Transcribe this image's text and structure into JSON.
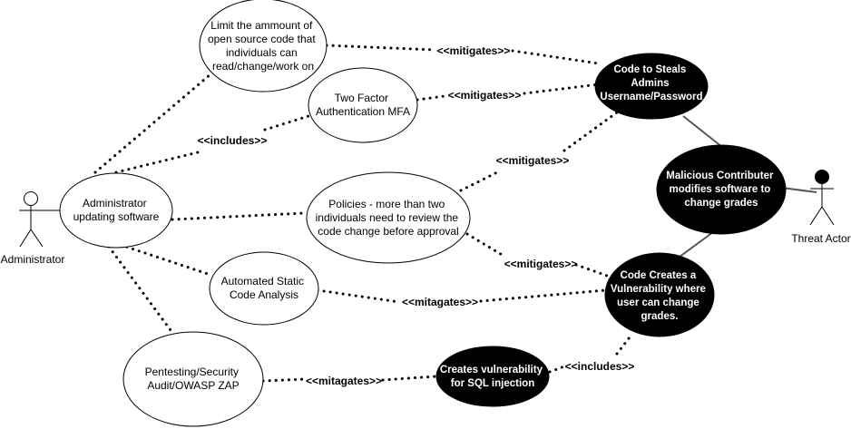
{
  "actors": {
    "administrator": "Administrator",
    "threat_actor": "Threat Actor"
  },
  "use_cases": {
    "limit_open_source": [
      "Limit the ammount of",
      "open source code that",
      "individuals can",
      "read/change/work on"
    ],
    "two_factor": [
      "Two Factor",
      "Authentication MFA"
    ],
    "admin_updating": [
      "Administrator",
      "updating software"
    ],
    "policies": [
      "Policies - more than two",
      "individuals need to review the",
      "code change before approval"
    ],
    "static_analysis": [
      "Automated Static",
      "Code Analysis"
    ],
    "pentesting": [
      "Pentesting/Security",
      "Audit/OWASP ZAP"
    ],
    "code_steals": [
      "Code to Steals",
      "Admins",
      "Username/Password"
    ],
    "malicious_contributor": [
      "Malicious Contributer",
      "modifies software to",
      "change grades"
    ],
    "code_vulnerability": [
      "Code Creates a",
      "Vulnerability where",
      "user can change",
      "grades."
    ],
    "sql_injection": [
      "Creates vulnerability",
      "for SQL injection"
    ]
  },
  "relations": {
    "mitigates_1": "<<mitigates>>",
    "mitigates_2": "<<mitigates>>",
    "mitigates_3": "<<mitigates>>",
    "mitigates_4": "<<mitigates>>",
    "mitagates_1": "<<mitagates>>",
    "mitagates_2": "<<mitagates>>",
    "includes_1": "<<includes>>",
    "includes_2": "<<includes>>"
  },
  "colors": {
    "threat_fill": "#000000",
    "threat_text": "#ffffff",
    "mitigation_fill": "#ffffff",
    "line": "#000000",
    "association": "#555555"
  }
}
